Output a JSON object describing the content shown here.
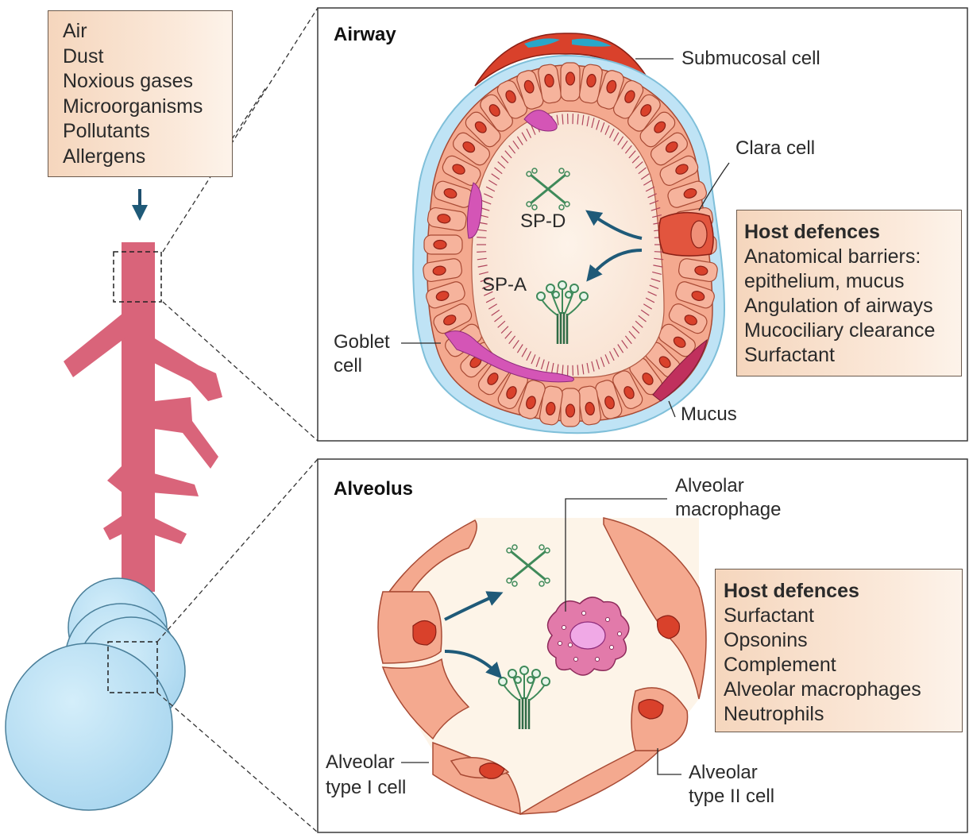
{
  "inhaled_agents": [
    "Air",
    "Dust",
    "Noxious gases",
    "Microorganisms",
    "Pollutants",
    "Allergens"
  ],
  "airway": {
    "title": "Airway",
    "labels": {
      "submucosal_cell": "Submucosal cell",
      "clara_cell": "Clara cell",
      "sp_d": "SP-D",
      "sp_a": "SP-A",
      "goblet_cell_1": "Goblet",
      "goblet_cell_2": "cell",
      "mucus": "Mucus"
    },
    "host_defences": {
      "heading": "Host defences",
      "items": [
        "Anatomical barriers:",
        "epithelium, mucus",
        "Angulation of airways",
        "Mucociliary clearance",
        "Surfactant"
      ]
    }
  },
  "alveolus": {
    "title": "Alveolus",
    "labels": {
      "macrophage_1": "Alveolar",
      "macrophage_2": "macrophage",
      "type1_1": "Alveolar",
      "type1_2": "type I cell",
      "type2_1": "Alveolar",
      "type2_2": "type II cell"
    },
    "host_defences": {
      "heading": "Host defences",
      "items": [
        "Surfactant",
        "Opsonins",
        "Complement",
        "Alveolar macrophages",
        "Neutrophils"
      ]
    }
  },
  "colors": {
    "airway_tree": "#d9647a",
    "alveolar_sac": "#bfe3f5",
    "epithelium": "#f4a98f",
    "nucleus": "#d9412b",
    "goblet": "#d455b6",
    "arrow": "#1f5a78",
    "surfactant_protein": "#3f8a5a",
    "box_fill": "#f7dcc6"
  }
}
